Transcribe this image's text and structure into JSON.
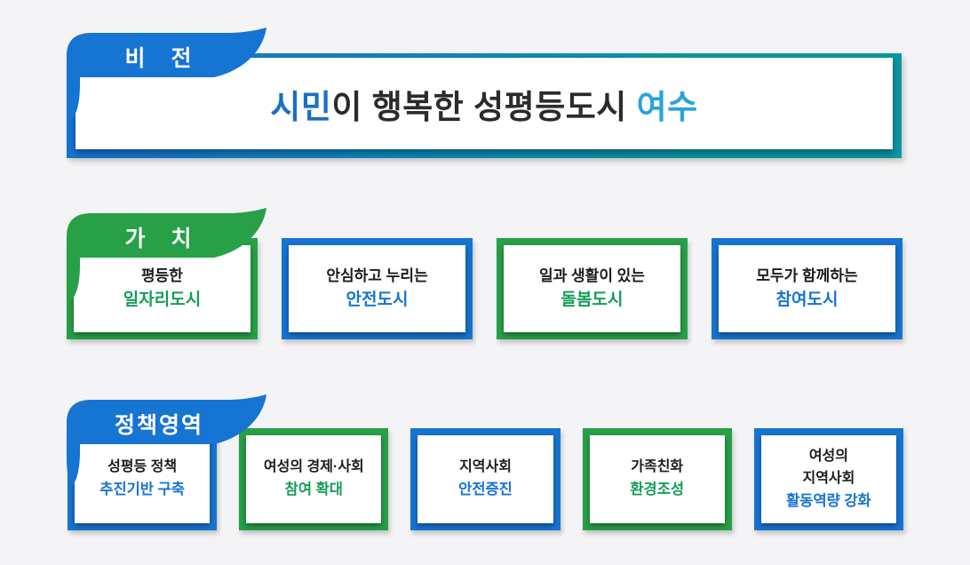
{
  "colors": {
    "blue": "#1674d2",
    "green": "#27a047",
    "green-text": "#169c58",
    "teal": "#0a98a1",
    "sky": "#2aa2de",
    "dark": "#2b2b2b",
    "page-bg": "#f4f4f6"
  },
  "vision": {
    "tab_label": "비 전",
    "text_parts": [
      {
        "text": "시민",
        "color": "#1b6fc4"
      },
      {
        "text": "이 행복한 성평등도시 ",
        "color": "#2b2b2b"
      },
      {
        "text": "여수",
        "color": "#2aa2de"
      }
    ]
  },
  "values": {
    "tab_label": "가 치",
    "boxes": [
      {
        "lines": [
          "평등한"
        ],
        "accent_line": "일자리도시",
        "accent": "green"
      },
      {
        "lines": [
          "안심하고 누리는"
        ],
        "accent_line": "안전도시",
        "accent": "blue"
      },
      {
        "lines": [
          "일과 생활이 있는"
        ],
        "accent_line": "돌봄도시",
        "accent": "green"
      },
      {
        "lines": [
          "모두가 함께하는"
        ],
        "accent_line": "참여도시",
        "accent": "blue"
      }
    ]
  },
  "policy": {
    "tab_label": "정책영역",
    "boxes": [
      {
        "lines": [
          "성평등 정책"
        ],
        "accent_line": "추진기반 구축",
        "accent": "blue"
      },
      {
        "lines": [
          "여성의 경제·사회"
        ],
        "accent_line": "참여 확대",
        "accent": "green"
      },
      {
        "lines": [
          "지역사회"
        ],
        "accent_line": "안전증진",
        "accent": "blue"
      },
      {
        "lines": [
          "가족친화"
        ],
        "accent_line": "환경조성",
        "accent": "green"
      },
      {
        "lines": [
          "여성의",
          "지역사회"
        ],
        "accent_line": "활동역량 강화",
        "accent": "blue"
      }
    ]
  }
}
